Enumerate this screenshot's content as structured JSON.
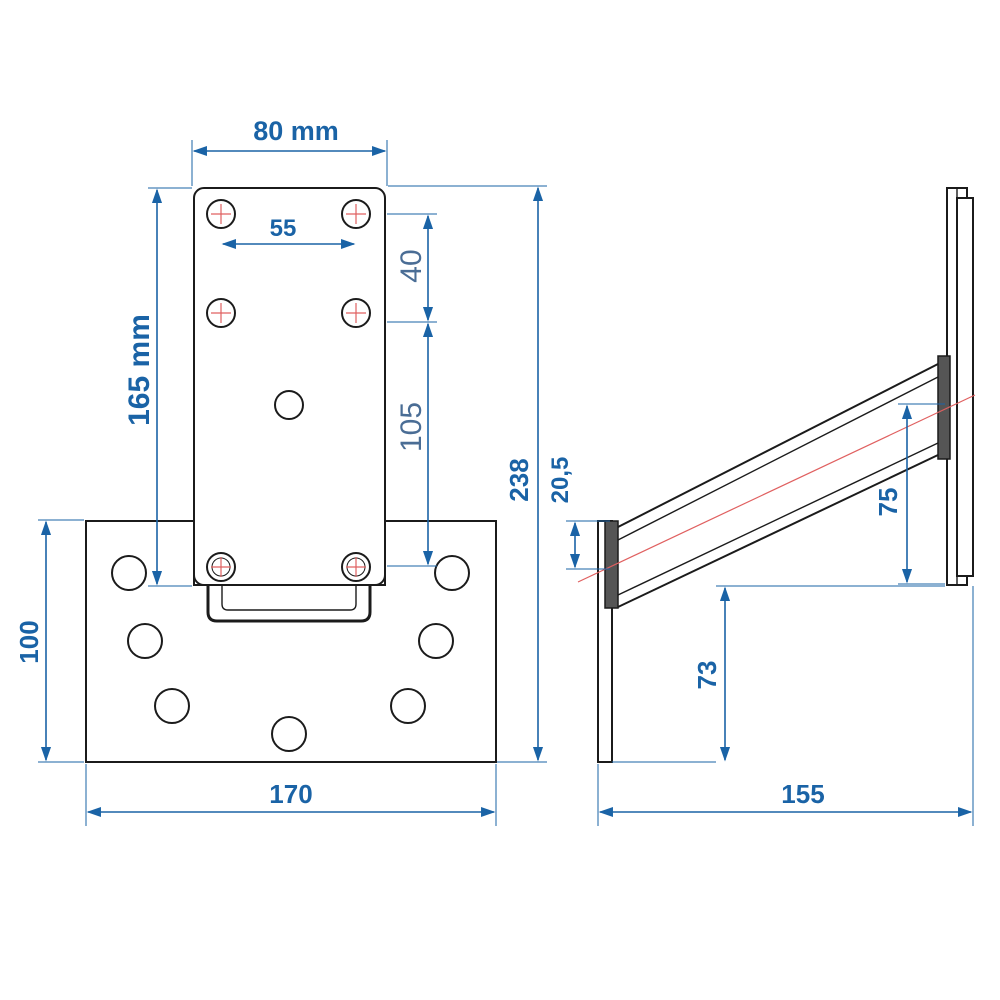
{
  "dimensions": {
    "top_width": "80 mm",
    "hole_spacing_h": "55",
    "hole_spacing_v1": "40",
    "hole_spacing_v2": "105",
    "plate_height": "165 mm",
    "base_height": "100",
    "base_width": "170",
    "total_height": "238",
    "offset": "20,5",
    "arm_rise": "75",
    "arm_lower": "73",
    "side_width": "155"
  },
  "colors": {
    "dimension": "#1a63a6",
    "outline": "#1b1b1b",
    "centerline": "#e06060"
  }
}
